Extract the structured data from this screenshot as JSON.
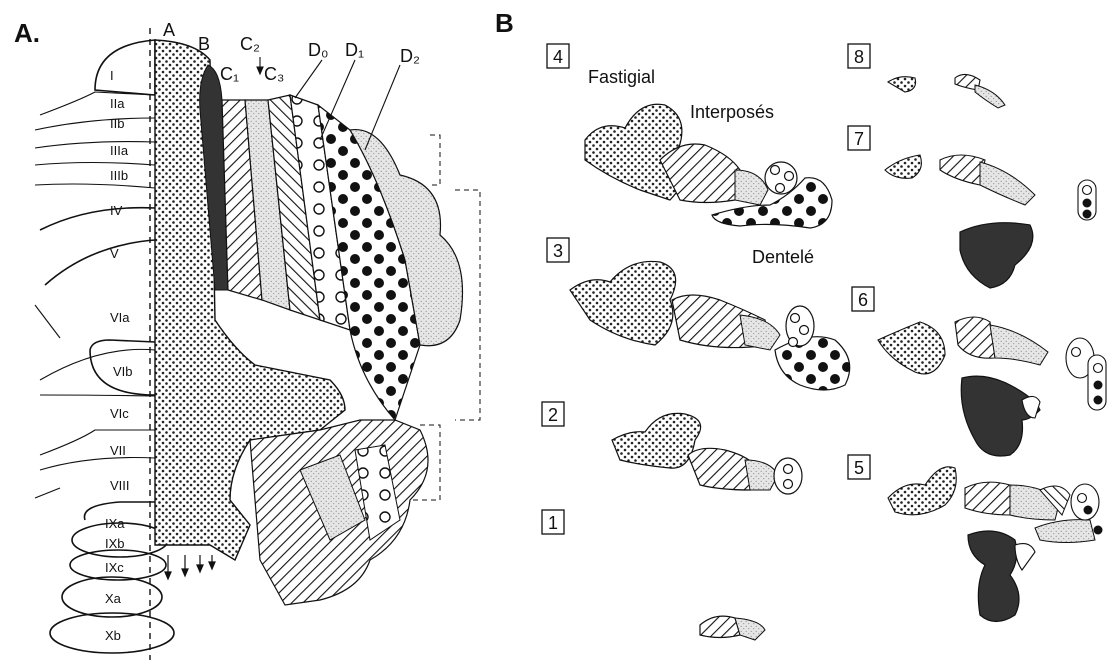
{
  "panel_a": {
    "label": "A.",
    "zone_labels": [
      "A",
      "B",
      "C₂",
      "C₁",
      "C₃",
      "D₀",
      "D₁",
      "D₂"
    ],
    "lobules": [
      "I",
      "IIa",
      "IIb",
      "IIIa",
      "IIIb",
      "IV",
      "V",
      "VIa",
      "VIb",
      "VIc",
      "VII",
      "VIII",
      "IXa",
      "IXb",
      "IXc",
      "Xa",
      "Xb"
    ]
  },
  "panel_b": {
    "label": "B",
    "words": {
      "fastigial": "Fastigial",
      "interposes": "Interposés",
      "dentele": "Dentelé"
    },
    "section_numbers": [
      "1",
      "2",
      "3",
      "4",
      "5",
      "6",
      "7",
      "8"
    ]
  },
  "colors": {
    "ink": "#111111",
    "grey_stipple": "#d8d8d8",
    "dark_B_zone": "#333333"
  }
}
